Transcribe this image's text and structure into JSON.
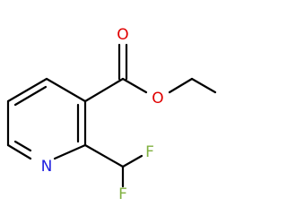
{
  "molecule": {
    "atoms": {
      "carbonyl_oxygen": {
        "label": "O",
        "color": "#e00000"
      },
      "ester_oxygen": {
        "label": "O",
        "color": "#e00000"
      },
      "ring_nitrogen": {
        "label": "N",
        "color": "#2020e0"
      },
      "fluorine_1": {
        "label": "F",
        "color": "#80b040"
      },
      "fluorine_2": {
        "label": "F",
        "color": "#80b040"
      }
    },
    "bond_color": "#000000"
  }
}
